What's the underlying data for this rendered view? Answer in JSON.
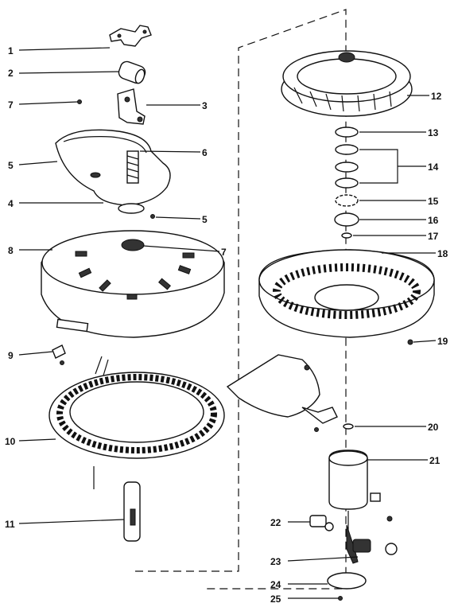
{
  "callouts": [
    "1",
    "2",
    "3",
    "4",
    "5",
    "5",
    "6",
    "7",
    "7",
    "8",
    "9",
    "10",
    "11",
    "12",
    "13",
    "14",
    "15",
    "16",
    "17",
    "18",
    "19",
    "20",
    "21",
    "22",
    "23",
    "24",
    "25"
  ]
}
